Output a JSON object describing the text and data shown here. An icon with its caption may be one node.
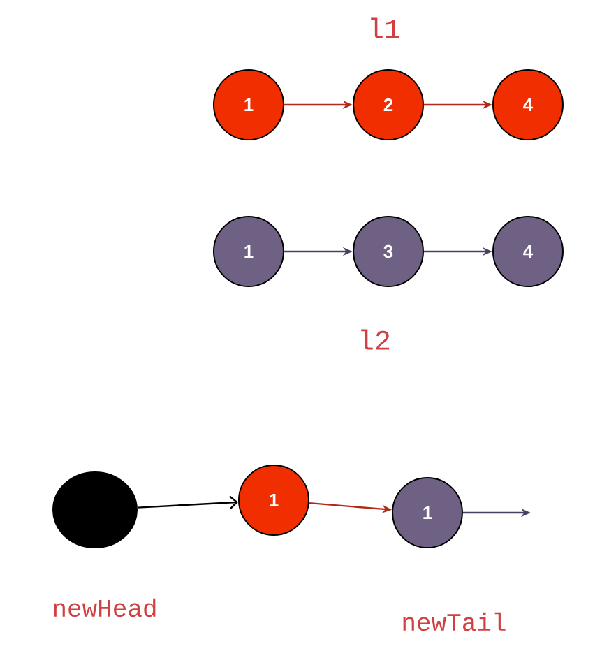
{
  "diagram": {
    "nodes": [
      {
        "text": [
          "1"
        ]
      },
      {
        "text": [
          "2"
        ]
      },
      {
        "text": [
          "4"
        ]
      },
      {
        "text": [
          "1"
        ]
      },
      {
        "text": [
          "3"
        ]
      },
      {
        "text": [
          "4"
        ]
      },
      {
        "text": [],
        "shape": "circle",
        "beside": [
          "newHead"
        ]
      },
      {
        "text": [
          "1"
        ]
      },
      {
        "text": [
          "1"
        ],
        "beside": [
          "newTail"
        ]
      }
    ],
    "edges": [
      {
        "from": 0,
        "to": 1,
        "arrow": "to",
        "color": "#b02a1a"
      },
      {
        "from": 1,
        "to": 2,
        "arrow": "to",
        "color": "#b02a1a"
      },
      {
        "from": 3,
        "to": 4,
        "arrow": "to",
        "color": "#4a4060"
      },
      {
        "from": 4,
        "to": 5,
        "arrow": "to",
        "color": "#4a4060"
      },
      {
        "from": 6,
        "to": 7,
        "arrow": "to",
        "color": "#000000"
      },
      {
        "from": 7,
        "to": 8,
        "arrow": "to",
        "color": "#b02a1a"
      },
      {
        "from": 8,
        "to": null,
        "arrow": "to",
        "color": "#4a4060"
      }
    ],
    "labels": [
      "l1",
      "l2"
    ]
  }
}
